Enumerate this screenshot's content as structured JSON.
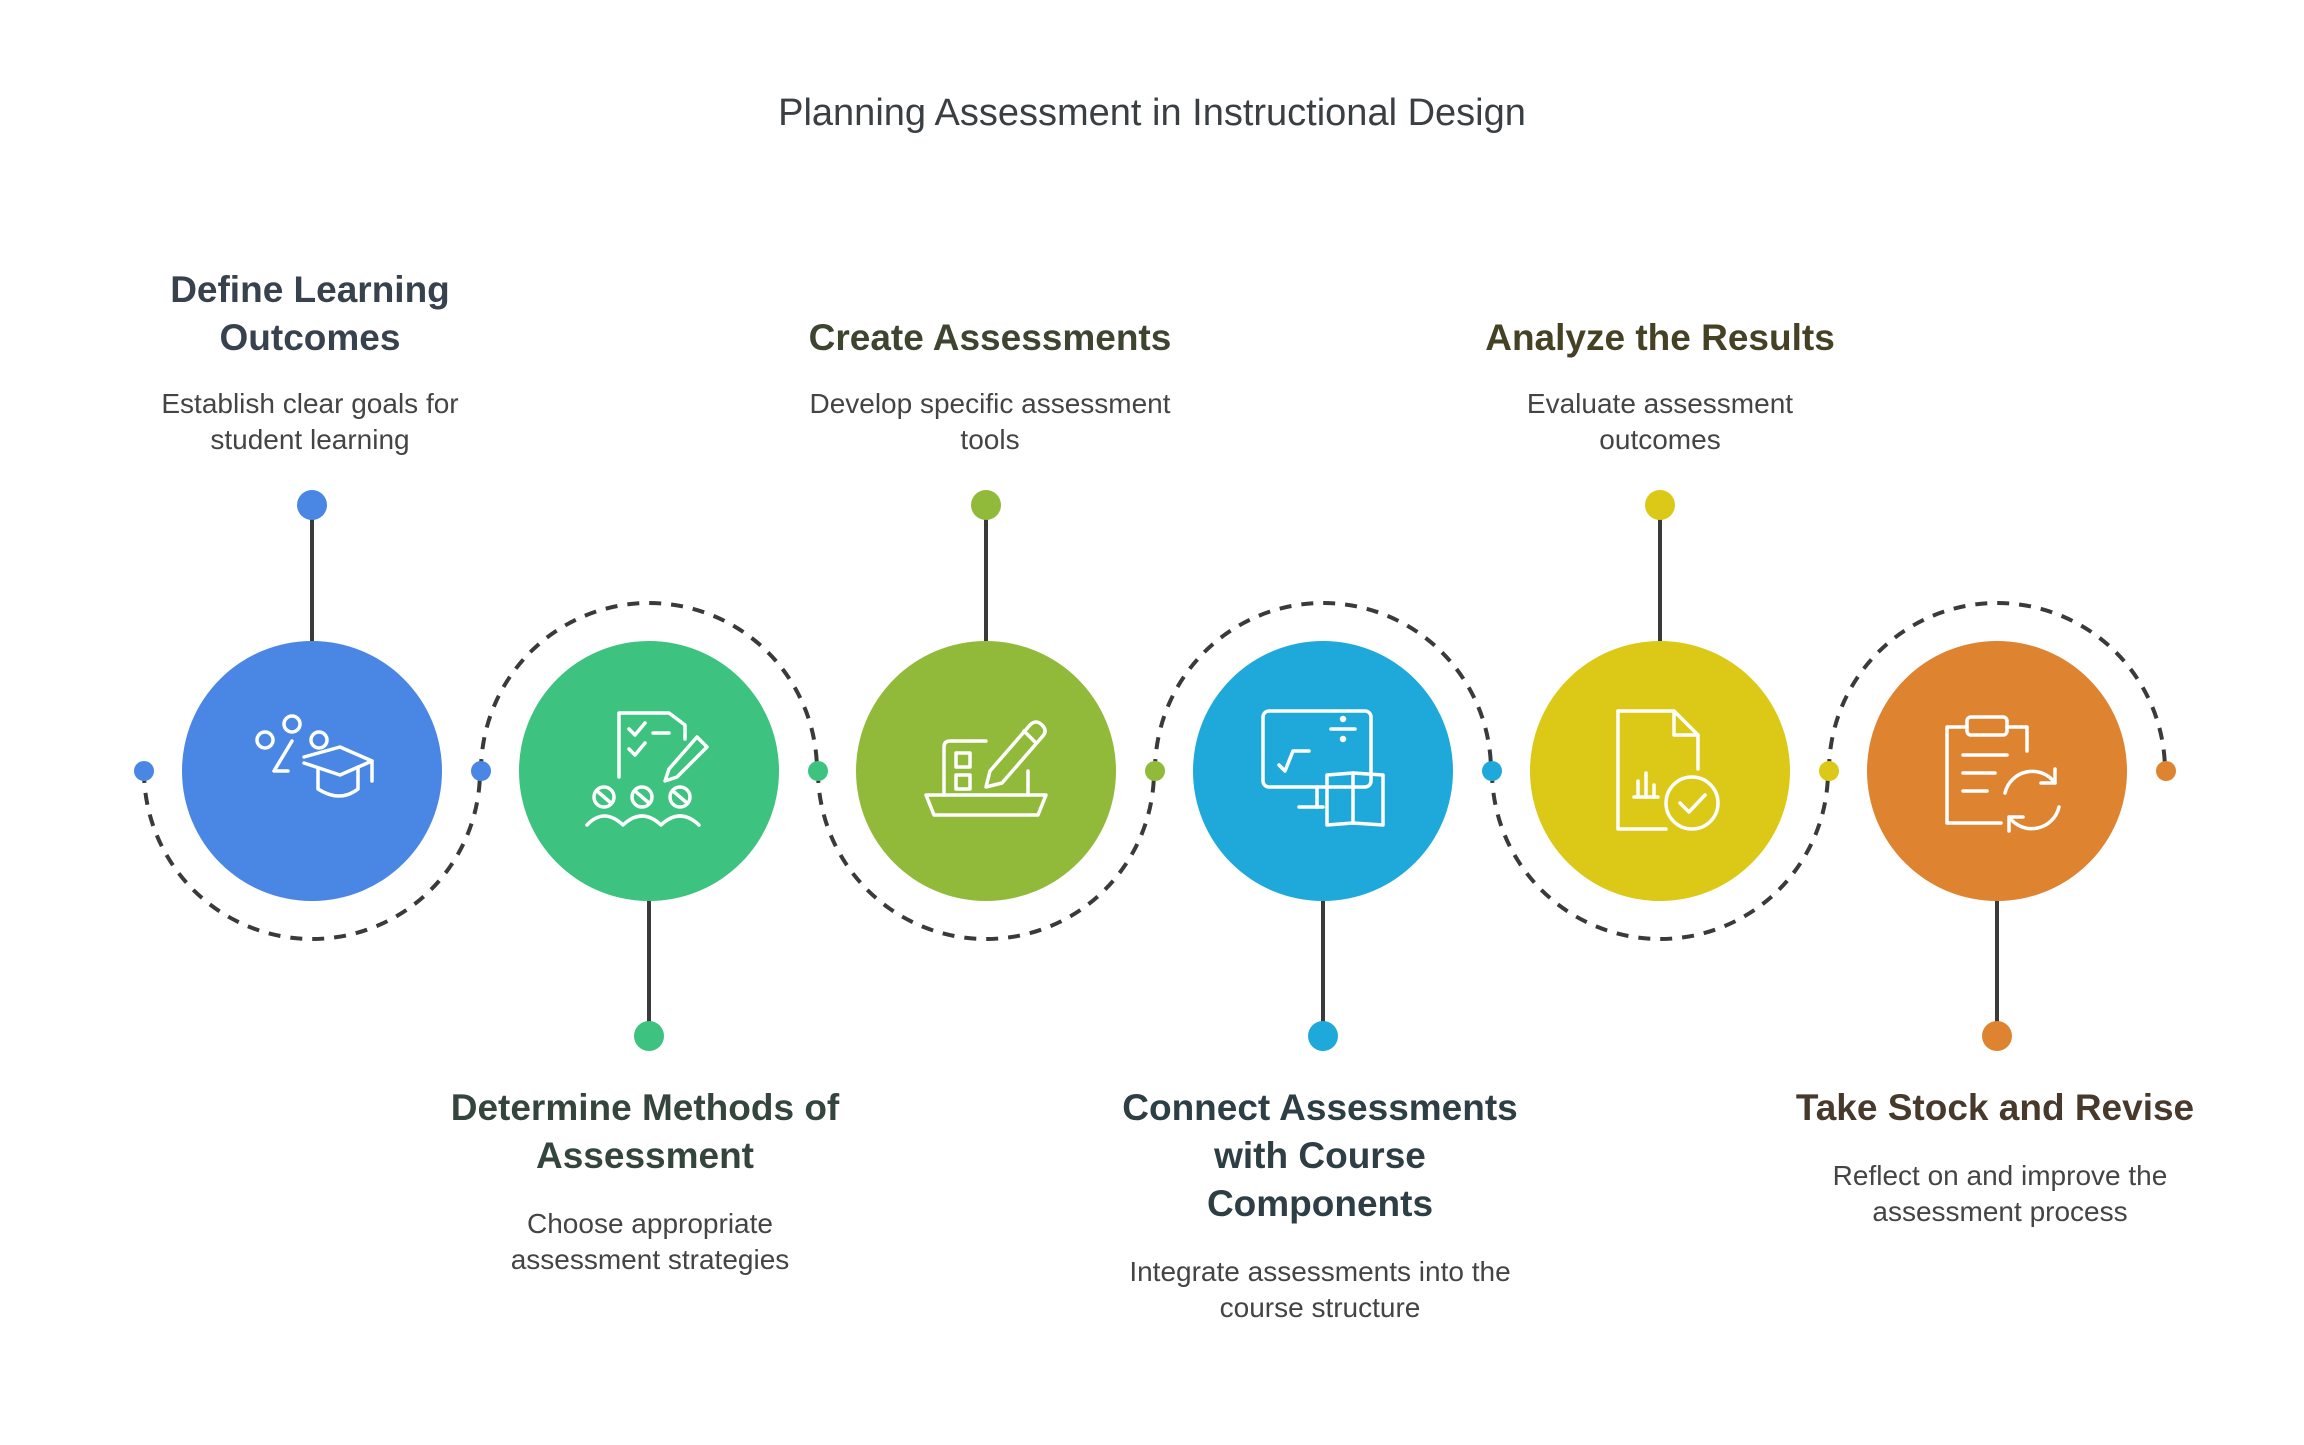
{
  "title": "Planning Assessment in Instructional Design",
  "steps": [
    {
      "title": "Define Learning\nOutcomes",
      "description": "Establish clear goals for\nstudent learning",
      "color": "#4A86E4",
      "title_color": "#38424F",
      "icon": "learning-outcomes-icon",
      "label_position": "top"
    },
    {
      "title": "Determine Methods of\nAssessment",
      "description": "Choose appropriate\nassessment strategies",
      "color": "#3DC27F",
      "title_color": "#33453C",
      "icon": "assessment-methods-icon",
      "label_position": "bottom"
    },
    {
      "title": "Create Assessments",
      "description": "Develop specific assessment\ntools",
      "color": "#92BA3A",
      "title_color": "#3D4430",
      "icon": "create-assessment-icon",
      "label_position": "top"
    },
    {
      "title": "Connect Assessments\nwith Course\nComponents",
      "description": "Integrate assessments into the\ncourse structure",
      "color": "#1FA9DB",
      "title_color": "#2E3E45",
      "icon": "connect-components-icon",
      "label_position": "bottom"
    },
    {
      "title": "Analyze the Results",
      "description": "Evaluate assessment\noutcomes",
      "color": "#DCC817",
      "title_color": "#454124",
      "icon": "analyze-results-icon",
      "label_position": "top"
    },
    {
      "title": "Take Stock and Revise",
      "description": "Reflect on and improve the\nassessment process",
      "color": "#DE8431",
      "title_color": "#473A2C",
      "icon": "revise-process-icon",
      "label_position": "bottom"
    }
  ]
}
